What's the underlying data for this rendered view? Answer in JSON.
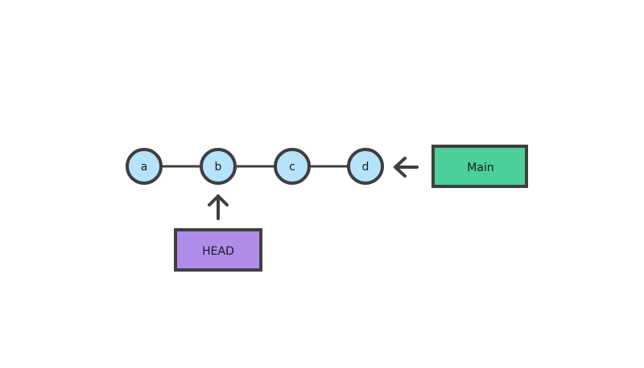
{
  "commits": [
    {
      "label": "a"
    },
    {
      "label": "b"
    },
    {
      "label": "c"
    },
    {
      "label": "d"
    }
  ],
  "head": {
    "label": "HEAD"
  },
  "branch": {
    "label": "Main"
  },
  "colors": {
    "commit_fill": "#b6e3fb",
    "stroke": "#3f3f3f",
    "head_fill": "#b08ceb",
    "branch_fill": "#4ccf9b"
  }
}
